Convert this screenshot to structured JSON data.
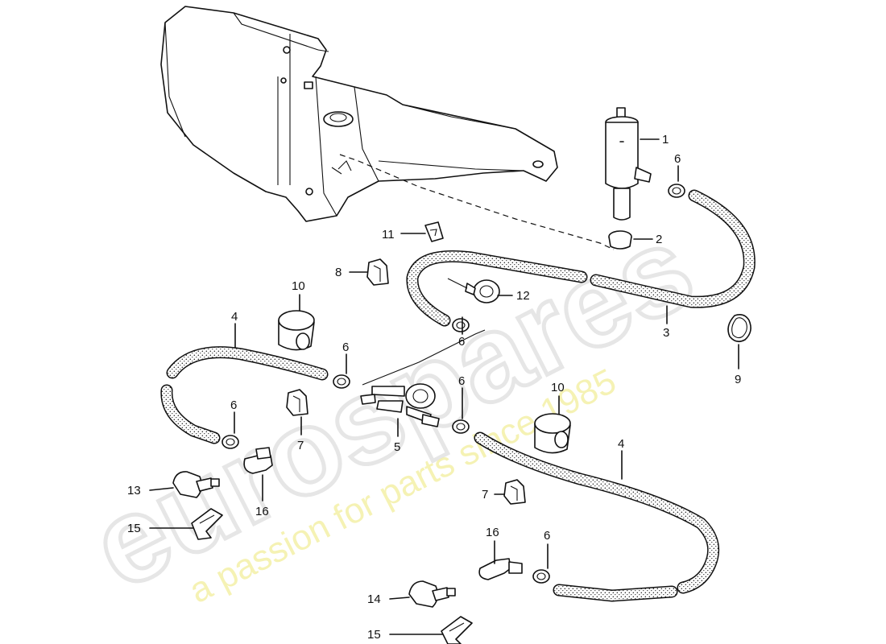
{
  "watermark": {
    "brand": "eurospares",
    "tagline": "a passion for parts since 1985"
  },
  "callouts": {
    "c1": "1",
    "c2": "2",
    "c3": "3",
    "c4a": "4",
    "c4b": "4",
    "c5": "5",
    "c6a": "6",
    "c6b": "6",
    "c6c": "6",
    "c6d": "6",
    "c6e": "6",
    "c6f": "6",
    "c7a": "7",
    "c7b": "7",
    "c8": "8",
    "c9": "9",
    "c10a": "10",
    "c10b": "10",
    "c11": "11",
    "c12": "12",
    "c13": "13",
    "c14": "14",
    "c15a": "15",
    "c15b": "15",
    "c16a": "16",
    "c16b": "16"
  }
}
